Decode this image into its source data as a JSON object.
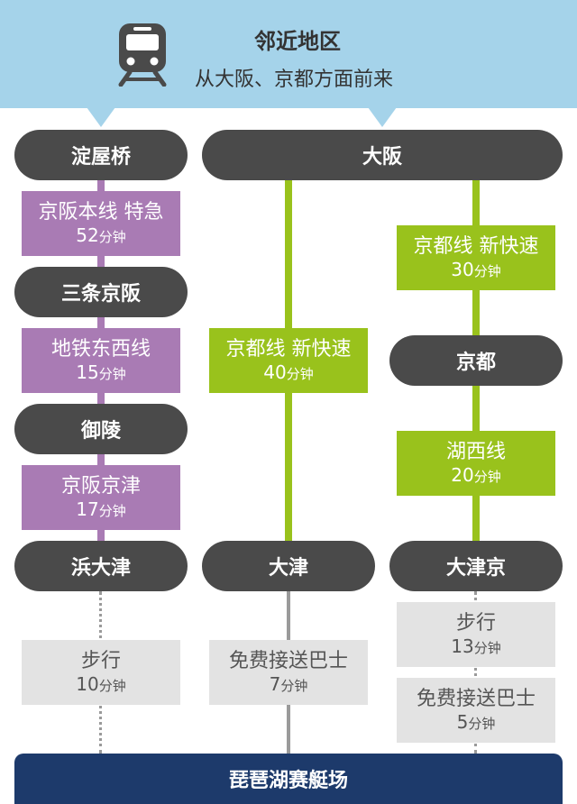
{
  "header": {
    "title": "邻近地区",
    "subtitle": "从大阪、京都方面前来",
    "icon": "train-icon"
  },
  "colors": {
    "header_bg": "#a5d3ea",
    "station": "#4a4a4a",
    "purple_route": "#a97bb4",
    "green_route": "#99c21c",
    "walk_bus": "#e3e3e3",
    "destination": "#1d3a6b"
  },
  "stations": {
    "yodoyabashi": "淀屋桥",
    "osaka": "大阪",
    "sanjo_keihan": "三条京阪",
    "kyoto": "京都",
    "misasagi": "御陵",
    "hama_otsu": "浜大津",
    "otsu": "大津",
    "otsukyo": "大津京"
  },
  "segments": {
    "keihan_main": {
      "name": "京阪本线 特急",
      "num": "52",
      "unit": "分钟"
    },
    "subway_tozai": {
      "name": "地铁东西线",
      "num": "15",
      "unit": "分钟"
    },
    "keishin": {
      "name": "京阪京津",
      "num": "17",
      "unit": "分钟"
    },
    "walk_hama": {
      "name": "步行",
      "num": "10",
      "unit": "分钟"
    },
    "kyoto_line_40": {
      "name": "京都线 新快速",
      "num": "40",
      "unit": "分钟"
    },
    "bus_otsu": {
      "name": "免费接送巴士",
      "num": "7",
      "unit": "分钟"
    },
    "kyoto_line_30": {
      "name": "京都线 新快速",
      "num": "30",
      "unit": "分钟"
    },
    "kosei": {
      "name": "湖西线",
      "num": "20",
      "unit": "分钟"
    },
    "walk_otsukyo": {
      "name": "步行",
      "num": "13",
      "unit": "分钟"
    },
    "bus_otsukyo": {
      "name": "免费接送巴士",
      "num": "5",
      "unit": "分钟"
    }
  },
  "destination": "琵琶湖赛艇场"
}
